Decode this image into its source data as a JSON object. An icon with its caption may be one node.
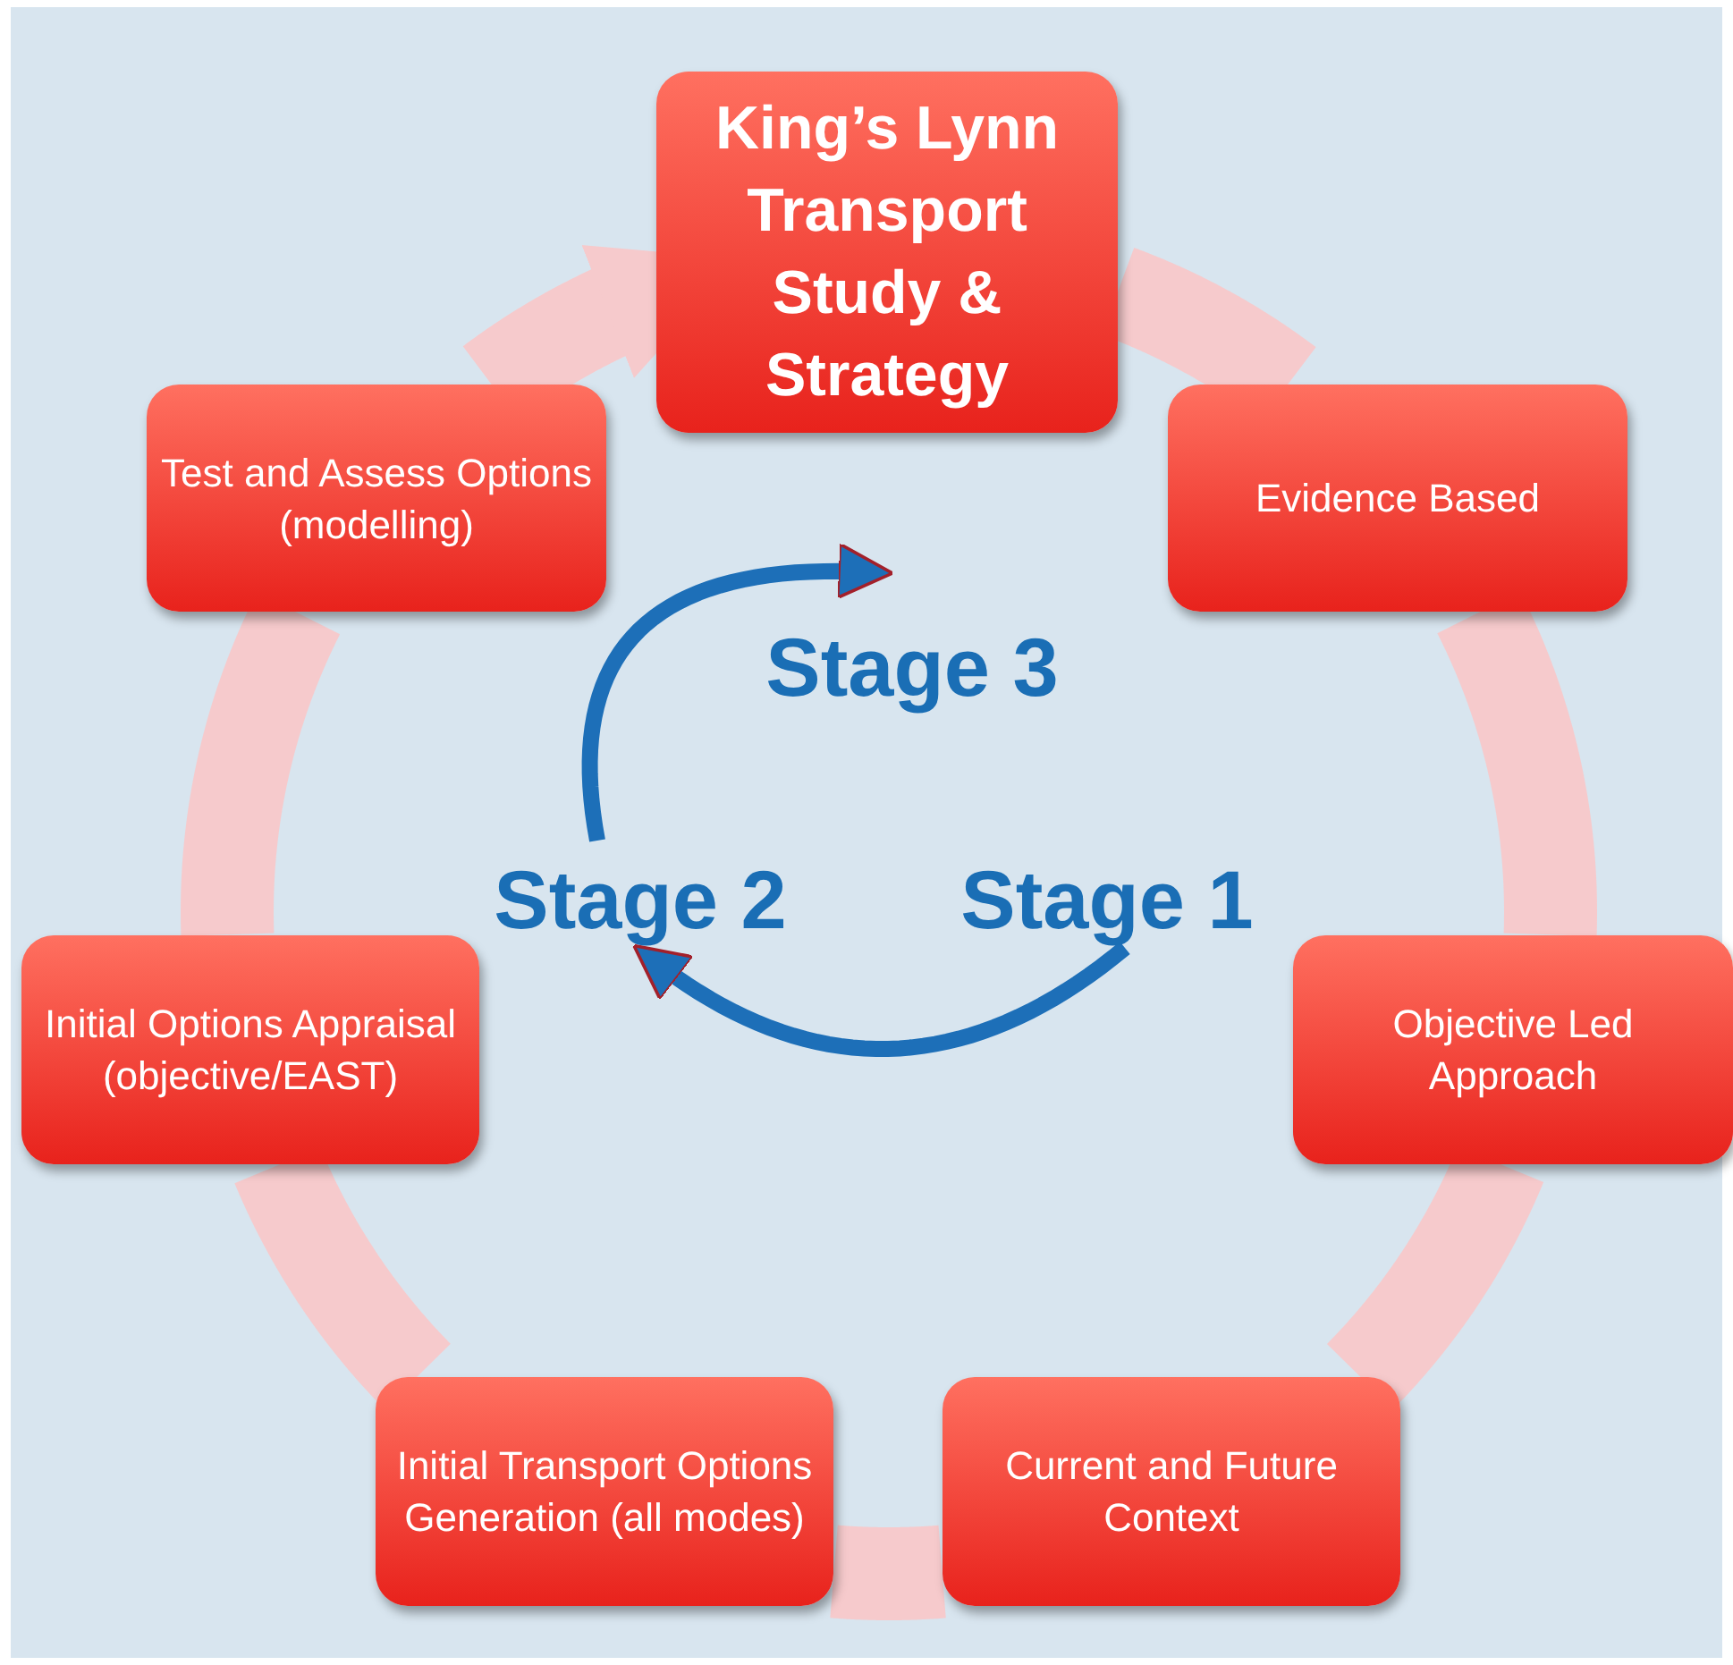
{
  "diagram": {
    "nodes": [
      {
        "text": [
          "King’s Lynn Transport Study & Strategy"
        ]
      },
      {
        "text": [
          "Evidence Based"
        ]
      },
      {
        "text": [
          "Objective Led Approach"
        ]
      },
      {
        "text": [
          "Current and Future Context"
        ]
      },
      {
        "text": [
          "Initial Transport Options Generation (all modes)"
        ]
      },
      {
        "text": [
          "Initial Options Appraisal (objective/EAST)"
        ]
      },
      {
        "text": [
          "Test and Assess Options (modelling)"
        ]
      },
      {
        "text": [
          "Stage 3"
        ]
      },
      {
        "text": [
          "Stage 2"
        ]
      },
      {
        "text": [
          "Stage 1"
        ]
      }
    ],
    "edges": [
      {
        "from": 0,
        "to": 1,
        "arrow": "none"
      },
      {
        "from": 1,
        "to": 2,
        "arrow": "none"
      },
      {
        "from": 2,
        "to": 3,
        "arrow": "none"
      },
      {
        "from": 3,
        "to": 4,
        "arrow": "none"
      },
      {
        "from": 4,
        "to": 5,
        "arrow": "none"
      },
      {
        "from": 5,
        "to": 6,
        "arrow": "none"
      },
      {
        "from": 6,
        "to": 0,
        "arrow": "to"
      },
      {
        "from": 9,
        "to": 8,
        "arrow": "to",
        "color": "#1d6fb8"
      },
      {
        "from": 8,
        "to": 7,
        "arrow": "to",
        "color": "#1d6fb8"
      }
    ]
  }
}
